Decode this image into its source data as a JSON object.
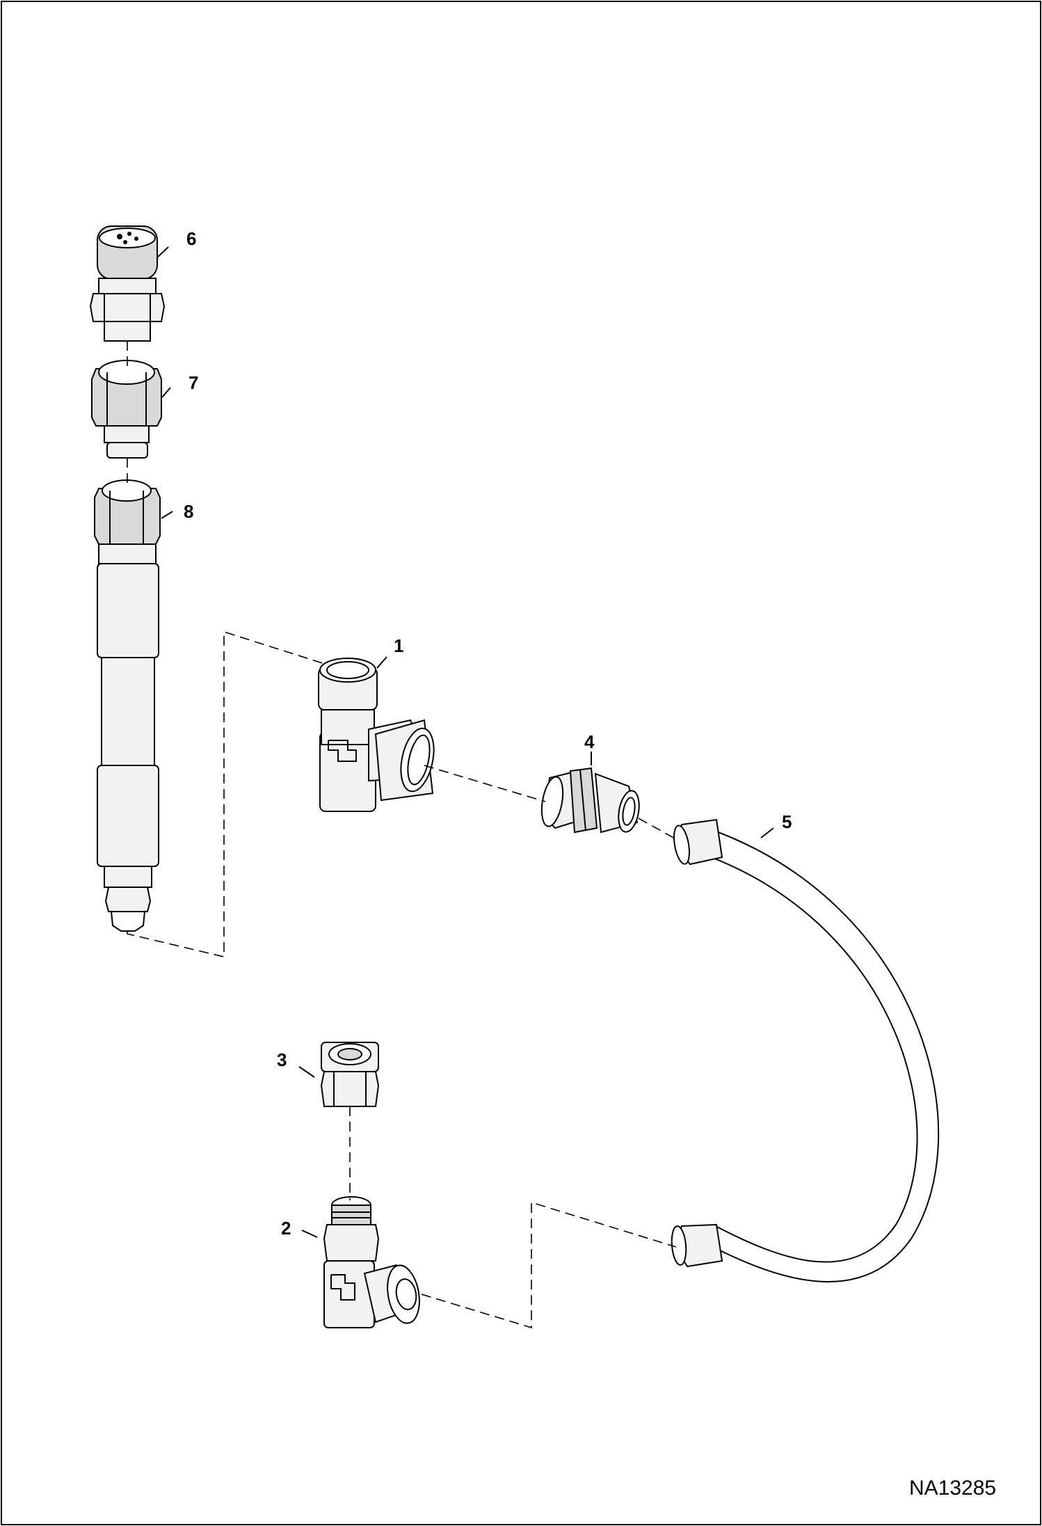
{
  "callouts": [
    {
      "id": "6",
      "text": "6"
    },
    {
      "id": "7",
      "text": "7"
    },
    {
      "id": "8",
      "text": "8"
    },
    {
      "id": "1",
      "text": "1"
    },
    {
      "id": "4",
      "text": "4"
    },
    {
      "id": "5",
      "text": "5"
    },
    {
      "id": "3",
      "text": "3"
    },
    {
      "id": "2",
      "text": "2"
    }
  ],
  "figure_id": "NA13285"
}
